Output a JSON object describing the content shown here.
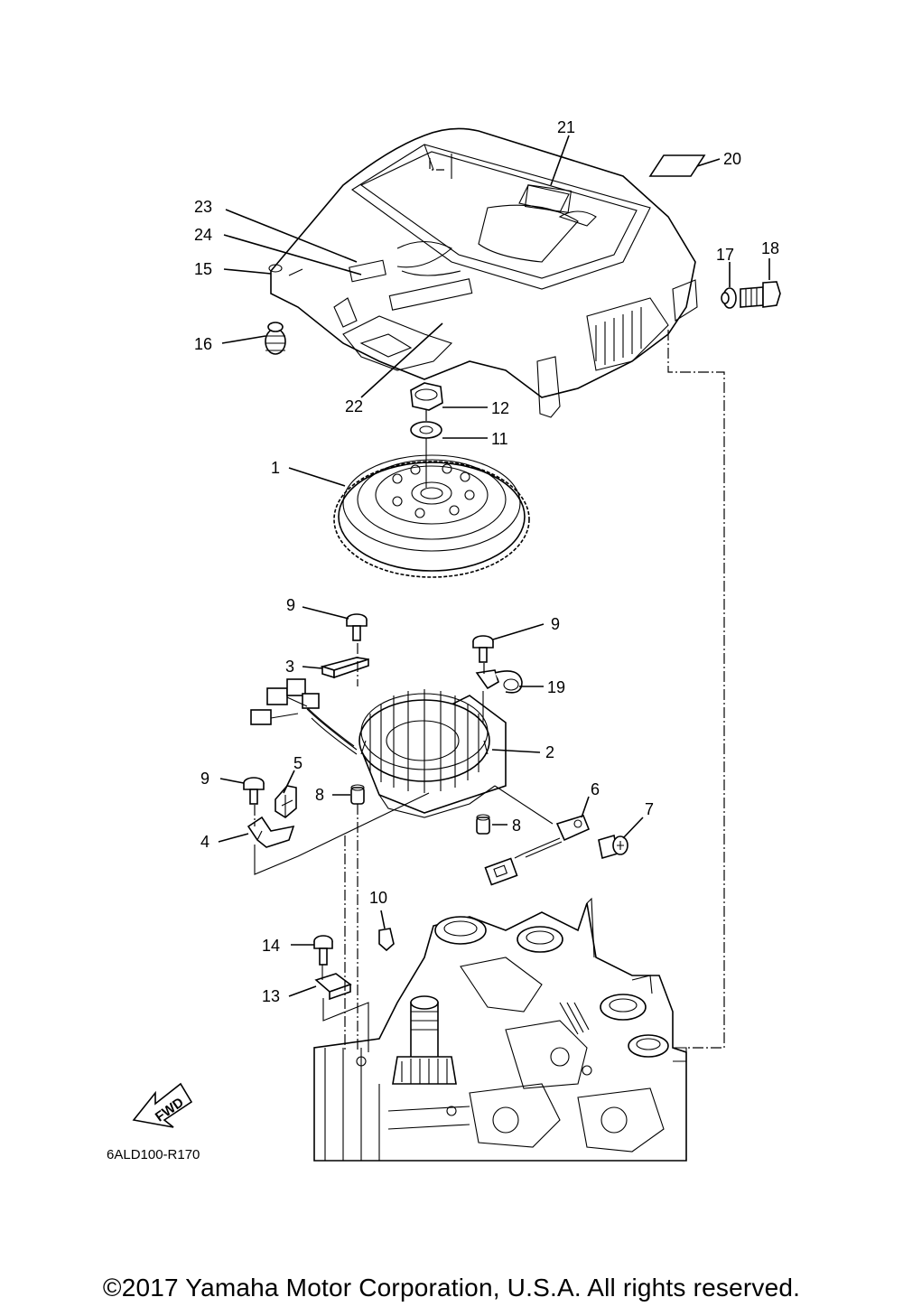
{
  "callouts": {
    "c1": "1",
    "c2": "2",
    "c3": "3",
    "c4": "4",
    "c5": "5",
    "c6": "6",
    "c7": "7",
    "c8a": "8",
    "c8b": "8",
    "c9a": "9",
    "c9b": "9",
    "c9c": "9",
    "c10": "10",
    "c11": "11",
    "c12": "12",
    "c13": "13",
    "c14": "14",
    "c15": "15",
    "c16": "16",
    "c17": "17",
    "c18": "18",
    "c19": "19",
    "c20": "20",
    "c21": "21",
    "c22": "22",
    "c23": "23",
    "c24": "24"
  },
  "fwd_label": "FWD",
  "diagram_code": "6ALD100-R170",
  "copyright": "©2017 Yamaha Motor Corporation, U.S.A. All rights reserved."
}
